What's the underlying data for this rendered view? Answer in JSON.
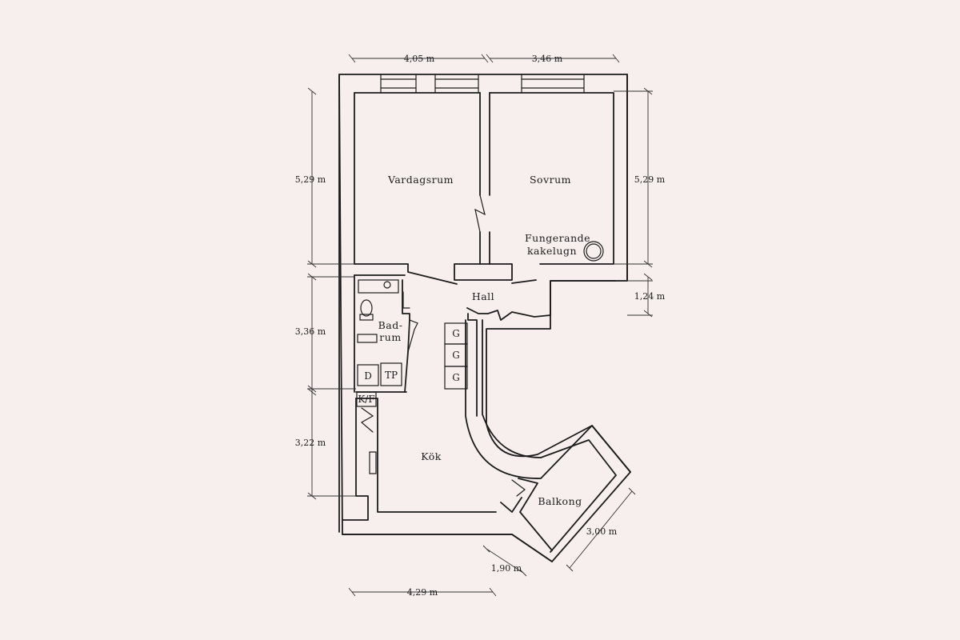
{
  "rooms": {
    "living_room": "Vardagsrum",
    "bedroom": "Sovrum",
    "stove_line1": "Fungerande",
    "stove_line2": "kakelugn",
    "hall": "Hall",
    "bathroom_line1": "Bad-",
    "bathroom_line2": "rum",
    "kitchen": "Kök",
    "balcony": "Balkong"
  },
  "fixtures": {
    "dryer": "D",
    "washer": "TP",
    "fridge_freezer": "K/F",
    "wardrobe_label": "G"
  },
  "dimensions": {
    "top_left": "4,05 m",
    "top_right": "3,46 m",
    "left_top": "5,29 m",
    "right_top": "5,29 m",
    "right_step": "1,24 m",
    "left_mid": "3,36 m",
    "left_bottom": "3,22 m",
    "bottom": "4,29 m",
    "balcony_short": "1,90 m",
    "balcony_long": "3,00 m"
  }
}
